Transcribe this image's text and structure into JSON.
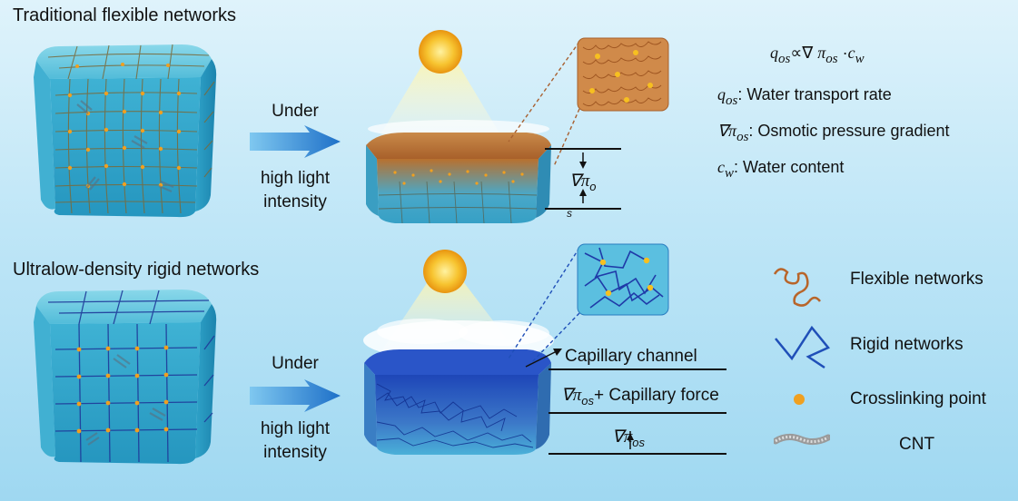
{
  "top": {
    "title": "Traditional flexible networks",
    "arrow_label_1": "Under",
    "arrow_label_2": "high light",
    "arrow_label_3": "intensity",
    "gradient_symbol": "∇π",
    "gradient_sub_o": "o",
    "gradient_sub_s": "s"
  },
  "bottom": {
    "title": "Ultralow-density rigid networks",
    "arrow_label_1": "Under",
    "arrow_label_2": "high light",
    "arrow_label_3": "intensity",
    "capillary_channel": "Capillary channel",
    "force_label_sym": "∇π",
    "force_label_sub": "os",
    "force_label_rest": "+ Capillary force",
    "grad_sym": "∇π",
    "grad_sub": "os"
  },
  "equations": {
    "main_q": "q",
    "main_q_sub": "os",
    "main_prop": "∝∇ ",
    "main_pi": "π",
    "main_pi_sub": "os",
    "main_dot": " ·",
    "main_c": "c",
    "main_c_sub": "w",
    "def1_sym": "q",
    "def1_sub": "os",
    "def1_text": ": Water transport rate",
    "def2_sym": "∇π",
    "def2_sub": "os",
    "def2_text": ": Osmotic pressure gradient",
    "def3_sym": "c",
    "def3_sub": "w",
    "def3_text": ": Water content"
  },
  "legend": {
    "flexible": "Flexible networks",
    "rigid": "Rigid networks",
    "crosslink": "Crosslinking point",
    "cnt": "CNT"
  },
  "colors": {
    "flexible": "#b8652a",
    "rigid": "#1f4fb8",
    "crosslink": "#f0a020",
    "gel": "#4fb8d8",
    "arrow": "#2a8fd8"
  }
}
